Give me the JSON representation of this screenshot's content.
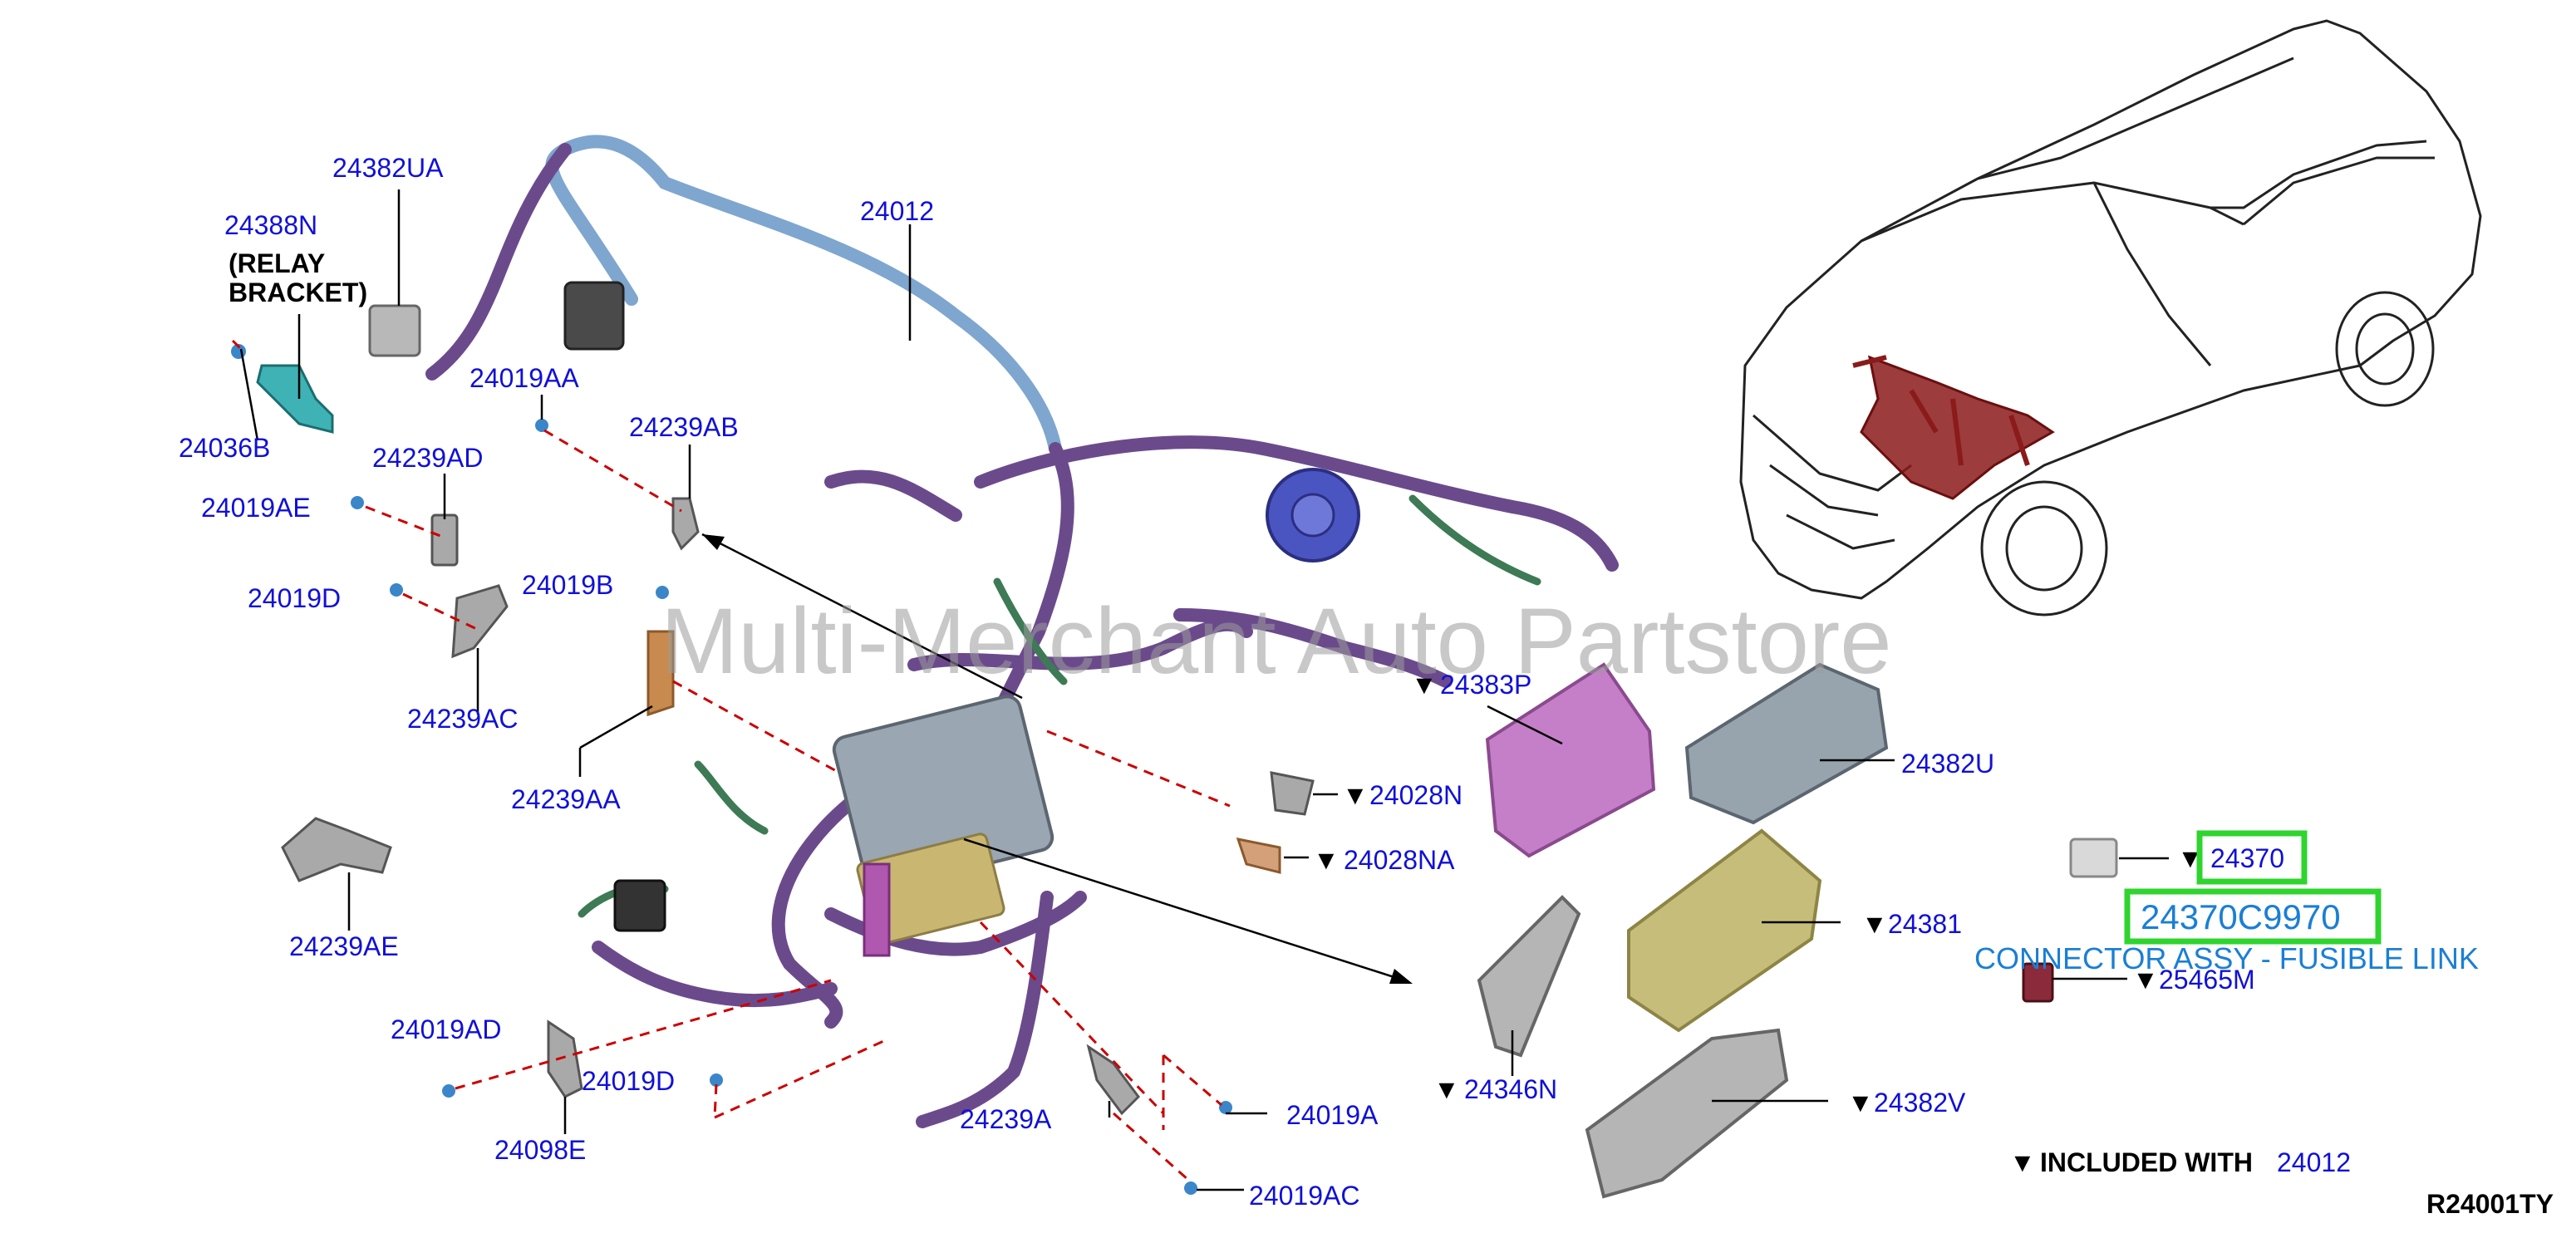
{
  "watermark": "Multi-Merchant Auto Partstore",
  "labels": {
    "p24382UA": "24382UA",
    "p24388N": "24388N",
    "relay1": "(RELAY",
    "relay2": "BRACKET)",
    "p24012": "24012",
    "p24019AA": "24019AA",
    "p24036B": "24036B",
    "p24239AD": "24239AD",
    "p24239AB": "24239AB",
    "p24019AE": "24019AE",
    "p24019B": "24019B",
    "p24019D": "24019D",
    "p24239AC": "24239AC",
    "p24239AA": "24239AA",
    "p24239AE": "24239AE",
    "p24019AD": "24019AD",
    "p24019D_2": "24019D",
    "p24098E": "24098E",
    "p24239A": "24239A",
    "p24019A": "24019A",
    "p24019AC": "24019AC",
    "p24383P": "24383P",
    "p24028N": "24028N",
    "p24028NA": "24028NA",
    "p24382U": "24382U",
    "p24370": "24370",
    "p24370C9970": "24370C9970",
    "connector_desc": "CONNECTOR ASSY - FUSIBLE LINK",
    "p24381": "24381",
    "p25465M": "25465M",
    "p24346N": "24346N",
    "p24382V": "24382V",
    "included_prefix": "INCLUDED WITH",
    "included_part": "24012",
    "ref_code": "R24001TY"
  },
  "marker_glyph": "▼",
  "colors": {
    "label_blue": "#1010d8",
    "highlight_green": "#2fd42f",
    "desc_blue": "#1a7fd4",
    "leader_red": "#cc0000"
  }
}
